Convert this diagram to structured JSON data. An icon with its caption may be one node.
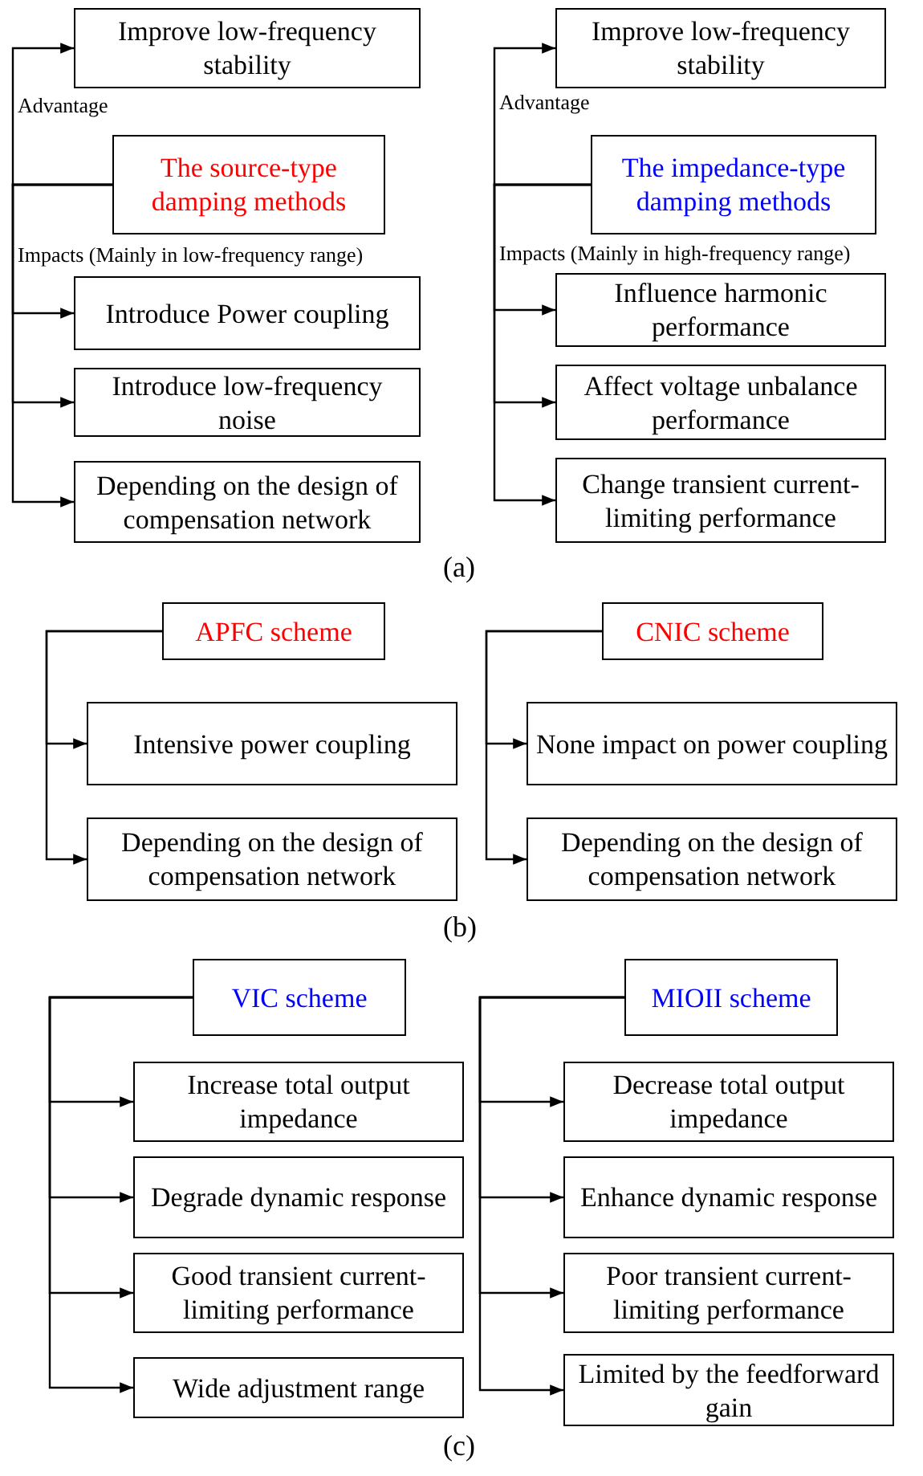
{
  "diagram": {
    "nodes": [
      {
        "text": [
          "Improve low-frequency stability"
        ]
      },
      {
        "text": [
          "The source-type damping methods"
        ]
      },
      {
        "text": [
          "Introduce Power coupling"
        ]
      },
      {
        "text": [
          "Introduce low-frequency noise"
        ]
      },
      {
        "text": [
          "Depending on the design of compensation network"
        ]
      },
      {
        "text": [
          "Improve low-frequency stability"
        ]
      },
      {
        "text": [
          "The impedance-type damping methods"
        ]
      },
      {
        "text": [
          "Influence harmonic performance"
        ]
      },
      {
        "text": [
          "Affect voltage unbalance performance"
        ]
      },
      {
        "text": [
          "Change transient current-limiting performance"
        ]
      },
      {
        "text": [
          "APFC scheme"
        ]
      },
      {
        "text": [
          "Intensive power coupling"
        ]
      },
      {
        "text": [
          "Depending on the design of compensation network"
        ]
      },
      {
        "text": [
          "CNIC scheme"
        ]
      },
      {
        "text": [
          "None impact on power coupling"
        ]
      },
      {
        "text": [
          "Depending on the design of compensation network"
        ]
      },
      {
        "text": [
          "VIC scheme"
        ]
      },
      {
        "text": [
          "Increase total output impedance"
        ]
      },
      {
        "text": [
          "Degrade dynamic response"
        ]
      },
      {
        "text": [
          "Good transient current-limiting performance"
        ]
      },
      {
        "text": [
          "Wide adjustment range"
        ]
      },
      {
        "text": [
          "MIOII scheme"
        ]
      },
      {
        "text": [
          "Decrease total output impedance"
        ]
      },
      {
        "text": [
          "Enhance dynamic response"
        ]
      },
      {
        "text": [
          "Poor transient current-limiting performance"
        ]
      },
      {
        "text": [
          "Limited by the feedforward gain"
        ]
      }
    ],
    "edges": [
      {
        "from": 1,
        "to": 0,
        "arrow": "to",
        "label": "Advantage"
      },
      {
        "from": 1,
        "to": 2,
        "arrow": "to",
        "label": "Impacts (Mainly in low-frequency range)"
      },
      {
        "from": 1,
        "to": 3,
        "arrow": "to"
      },
      {
        "from": 1,
        "to": 4,
        "arrow": "to"
      },
      {
        "from": 6,
        "to": 5,
        "arrow": "to",
        "label": "Advantage"
      },
      {
        "from": 6,
        "to": 7,
        "arrow": "to",
        "label": "Impacts (Mainly in high-frequency range)"
      },
      {
        "from": 6,
        "to": 8,
        "arrow": "to"
      },
      {
        "from": 6,
        "to": 9,
        "arrow": "to"
      },
      {
        "from": 10,
        "to": 11,
        "arrow": "to"
      },
      {
        "from": 10,
        "to": 12,
        "arrow": "to"
      },
      {
        "from": 13,
        "to": 14,
        "arrow": "to"
      },
      {
        "from": 13,
        "to": 15,
        "arrow": "to"
      },
      {
        "from": 16,
        "to": 17,
        "arrow": "to"
      },
      {
        "from": 16,
        "to": 18,
        "arrow": "to"
      },
      {
        "from": 16,
        "to": 19,
        "arrow": "to"
      },
      {
        "from": 16,
        "to": 20,
        "arrow": "to"
      },
      {
        "from": 21,
        "to": 22,
        "arrow": "to"
      },
      {
        "from": 21,
        "to": 23,
        "arrow": "to"
      },
      {
        "from": 21,
        "to": 24,
        "arrow": "to"
      },
      {
        "from": 21,
        "to": 25,
        "arrow": "to"
      }
    ],
    "labels": [
      "(a)",
      "(b)",
      "(c)"
    ]
  }
}
